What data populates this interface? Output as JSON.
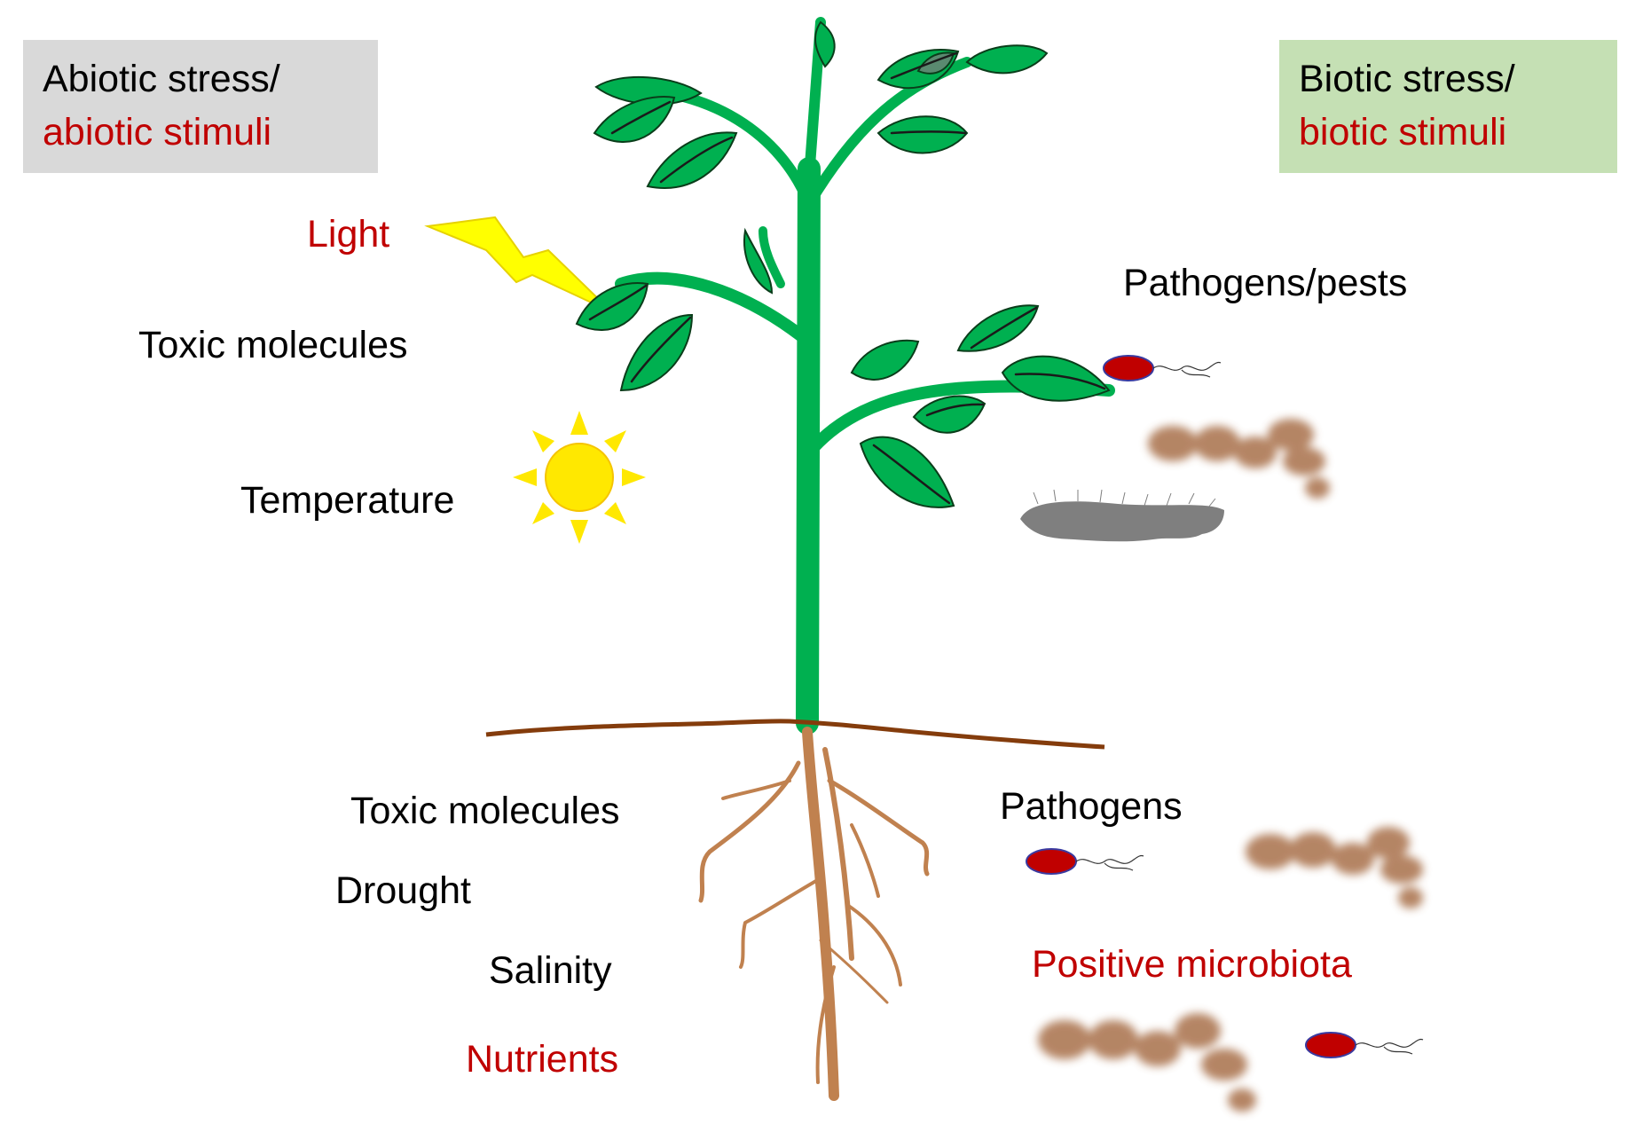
{
  "colors": {
    "abiotic_box": "#d9d9d9",
    "biotic_box": "#c5e0b4",
    "red_text": "#c00000",
    "black_text": "#000000",
    "plant_green": "#00b050",
    "root_brown": "#c0814f",
    "soil_line": "#843c0c",
    "bacterium": "#c00000",
    "fungus": "#a0704f",
    "insect": "#7f7f7f",
    "sun": "#ffe800",
    "lightning": "#ffff00"
  },
  "abiotic_header": {
    "line1": "Abiotic stress/",
    "line2": "abiotic stimuli"
  },
  "biotic_header": {
    "line1": "Biotic stress/",
    "line2": "biotic stimuli"
  },
  "above_ground": {
    "light": "Light",
    "toxic_molecules": "Toxic molecules",
    "temperature": "Temperature",
    "pathogens_pests": "Pathogens/pests"
  },
  "below_ground": {
    "toxic_molecules": "Toxic molecules",
    "drought": "Drought",
    "salinity": "Salinity",
    "nutrients": "Nutrients",
    "pathogens": "Pathogens",
    "positive_microbiota": "Positive microbiota"
  },
  "icons": {
    "lightning": "lightning-icon",
    "sun": "sun-icon",
    "bacterium": "bacterium-icon",
    "fungus": "fungal-hyphae-icon",
    "insect": "caterpillar-icon",
    "plant": "plant-icon",
    "roots": "roots-icon"
  }
}
